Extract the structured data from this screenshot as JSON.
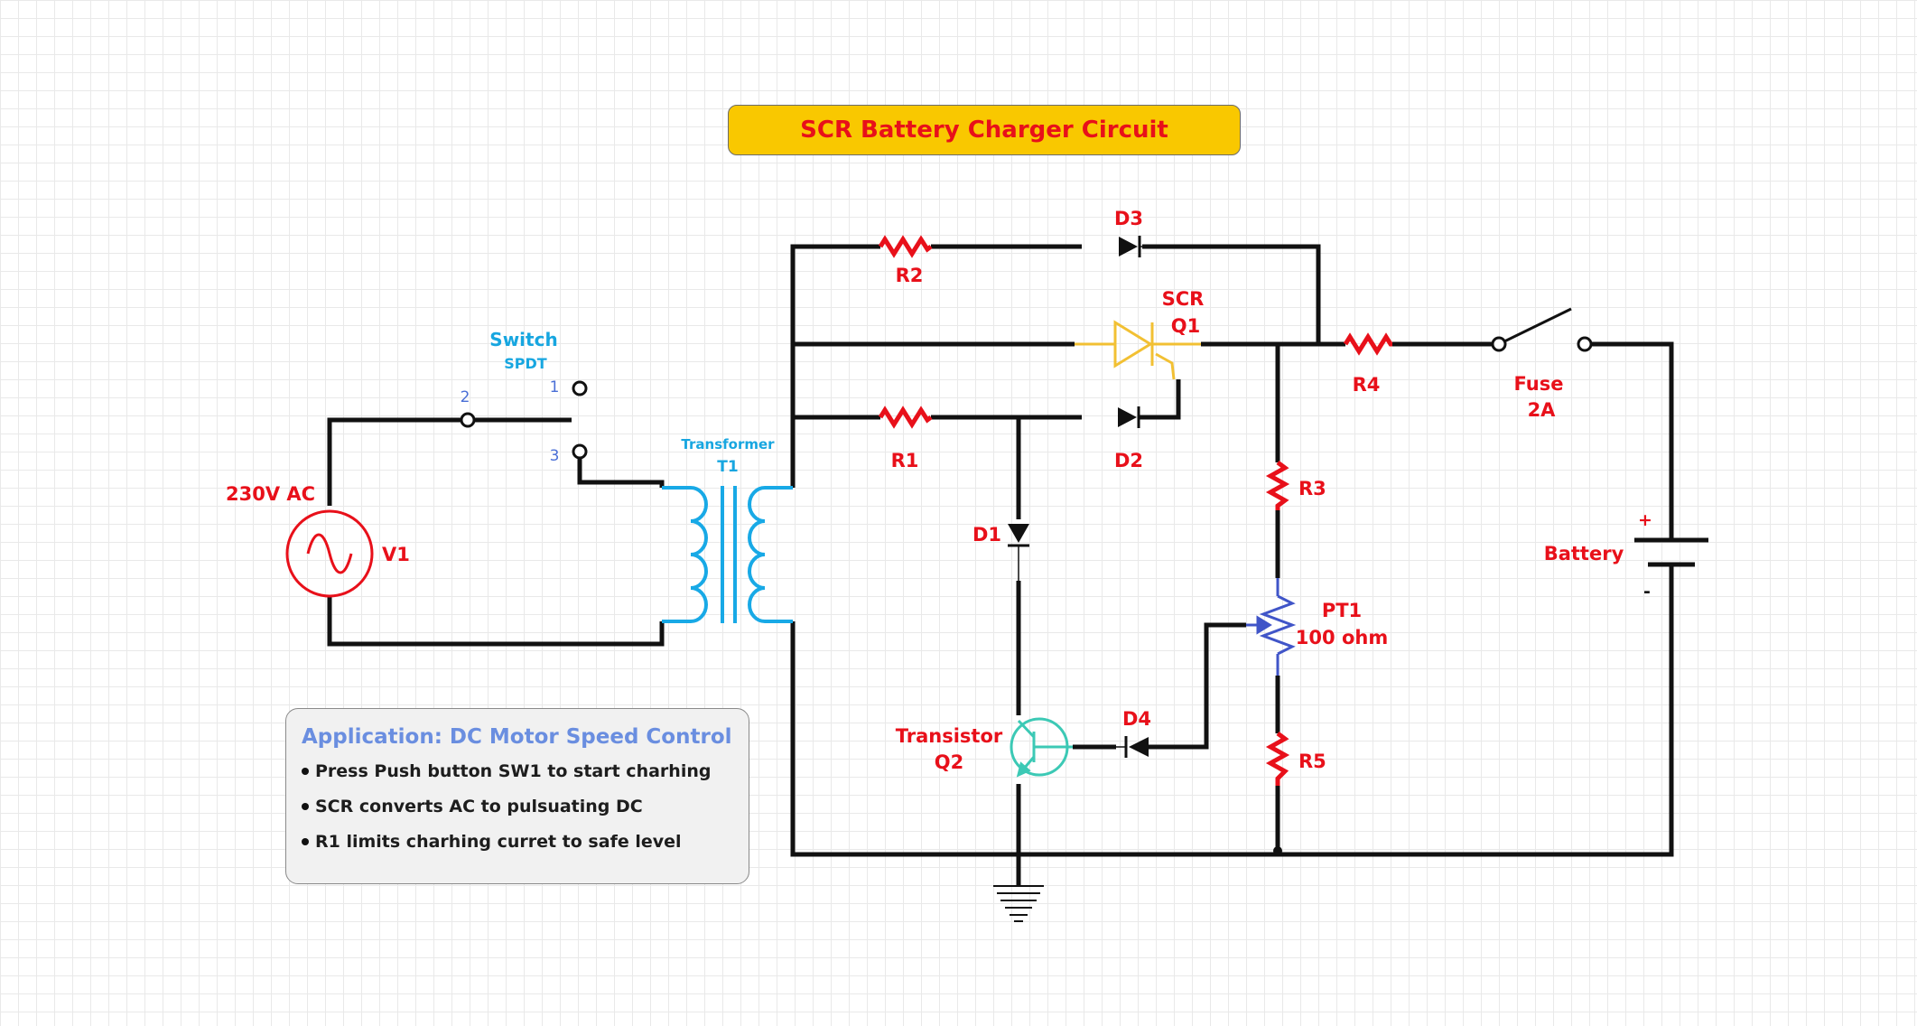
{
  "title": "SCR Battery Charger Circuit",
  "colors": {
    "wire": "#111111",
    "label_red": "#e8101a",
    "label_blue": "#17a6e0",
    "pin_blue": "#4a6fd6",
    "transformer": "#18a9e6",
    "scr": "#f2c033",
    "potentiometer": "#4055c8",
    "transistor": "#3cc9b5",
    "title_bg": "#f9c800"
  },
  "source": {
    "voltage_label": "230V AC",
    "name": "V1",
    "icon": "ac-source-icon"
  },
  "switch": {
    "title": "Switch",
    "type": "SPDT",
    "pin1": "1",
    "pin2": "2",
    "pin3": "3",
    "icon": "spdt-switch-icon"
  },
  "transformer": {
    "title": "Transformer",
    "name": "T1",
    "icon": "transformer-icon"
  },
  "resistors": {
    "r1": "R1",
    "r2": "R2",
    "r3": "R3",
    "r4": "R4",
    "r5": "R5"
  },
  "diodes": {
    "d1": "D1",
    "d2": "D2",
    "d3": "D3",
    "d4": "D4"
  },
  "scr": {
    "type": "SCR",
    "name": "Q1",
    "icon": "scr-thyristor-icon"
  },
  "fuse": {
    "label": "Fuse",
    "rating": "2A",
    "icon": "fuse-switch-icon"
  },
  "potentiometer": {
    "name": "PT1",
    "value": "100 ohm",
    "icon": "potentiometer-icon"
  },
  "transistor": {
    "label": "Transistor",
    "name": "Q2",
    "icon": "npn-transistor-icon"
  },
  "battery": {
    "label": "Battery",
    "plus": "+",
    "minus": "-",
    "icon": "battery-icon"
  },
  "ground": {
    "icon": "ground-icon"
  },
  "application": {
    "title": "Application: DC Motor Speed Control",
    "items": [
      "Press Push button SW1 to start charhing",
      "SCR converts AC to pulsuating DC",
      "R1 limits charhing curret to safe level"
    ]
  }
}
